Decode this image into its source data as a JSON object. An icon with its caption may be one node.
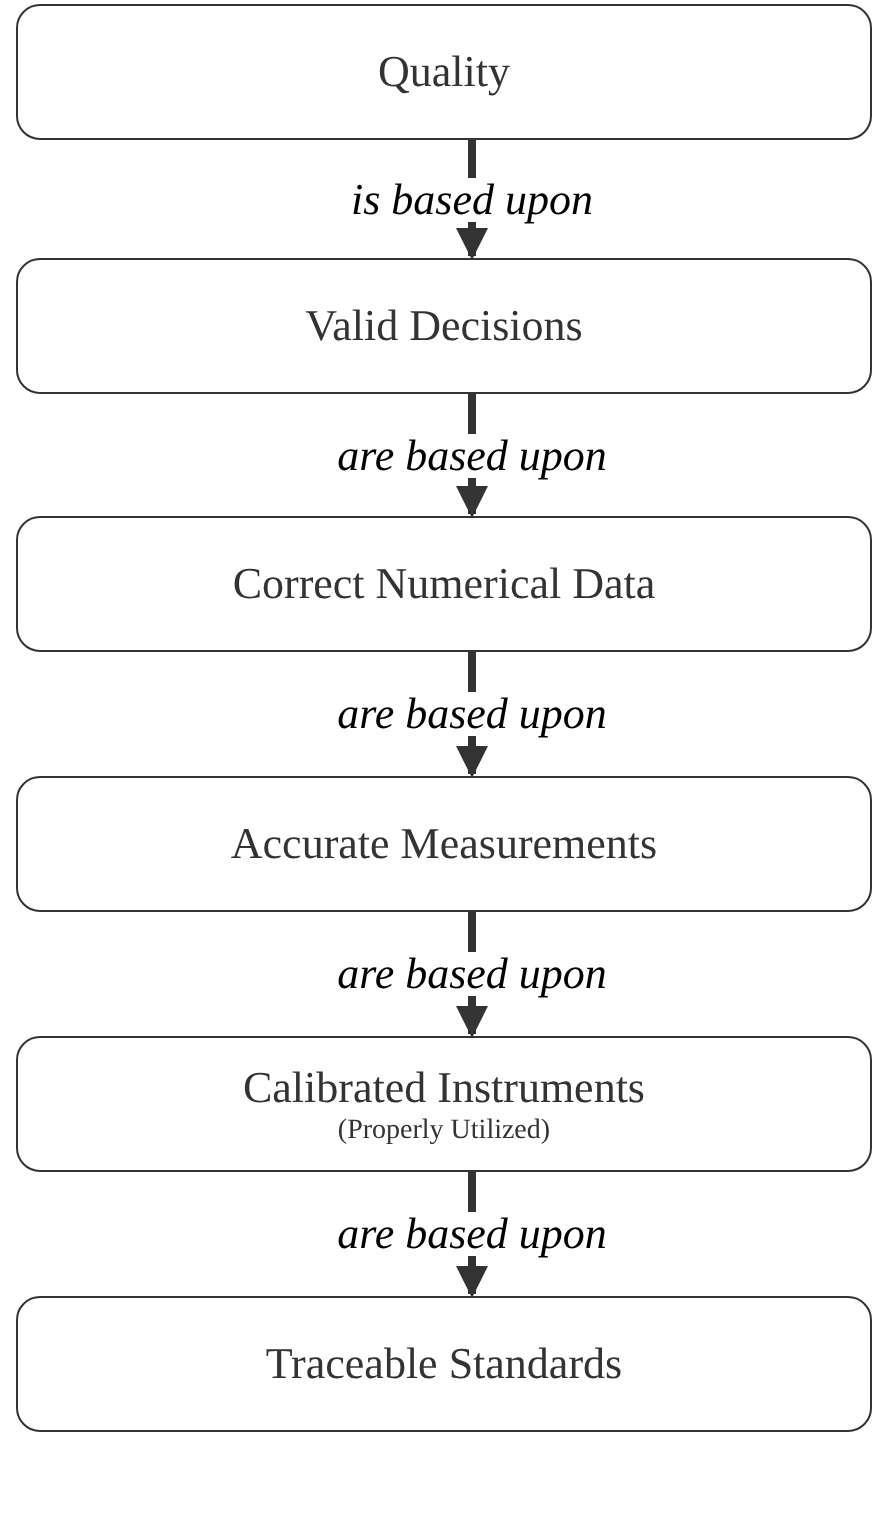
{
  "diagram": {
    "nodes": [
      {
        "text": [
          "Quality"
        ]
      },
      {
        "text": [
          "Valid Decisions"
        ]
      },
      {
        "text": [
          "Correct Numerical Data"
        ]
      },
      {
        "text": [
          "Accurate Measurements"
        ]
      },
      {
        "text": [
          "Calibrated Instruments",
          "(Properly Utilized)"
        ]
      },
      {
        "text": [
          "Traceable Standards"
        ]
      }
    ],
    "edges": [
      {
        "from": 0,
        "to": 1,
        "arrow": "to",
        "label": "is based upon"
      },
      {
        "from": 1,
        "to": 2,
        "arrow": "to",
        "label": "are based upon"
      },
      {
        "from": 2,
        "to": 3,
        "arrow": "to",
        "label": "are based upon"
      },
      {
        "from": 3,
        "to": 4,
        "arrow": "to",
        "label": "are based upon"
      },
      {
        "from": 4,
        "to": 5,
        "arrow": "to",
        "label": "are based upon"
      }
    ]
  }
}
